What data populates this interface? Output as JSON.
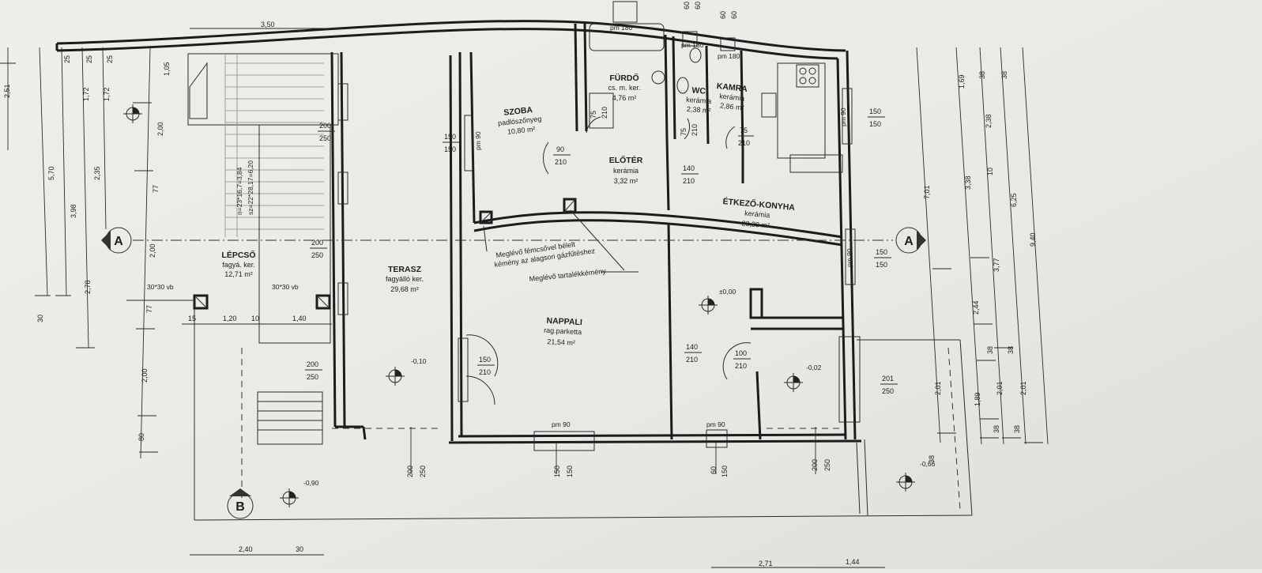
{
  "rooms": [
    {
      "key": "szoba",
      "name": "SZOBA",
      "material": "padlószőnyeg",
      "area": "10,80 m²"
    },
    {
      "key": "furdo",
      "name": "FÜRDŐ",
      "material": "cs. m. ker.",
      "area": "4,76 m²"
    },
    {
      "key": "wc",
      "name": "WC",
      "material": "kerámia",
      "area": "2,38 m²"
    },
    {
      "key": "kamra",
      "name": "KAMRA",
      "material": "kerámia",
      "area": "2,86 m²"
    },
    {
      "key": "eloter",
      "name": "ELŐTÉR",
      "material": "kerámia",
      "area": "3,32 m²"
    },
    {
      "key": "etkezo",
      "name": "ÉTKEZŐ-KONYHA",
      "material": "kerámia",
      "area": "28,29 m²"
    },
    {
      "key": "terasz",
      "name": "TERASZ",
      "material": "fagyálló ker.",
      "area": "29,68 m²"
    },
    {
      "key": "nappali",
      "name": "NAPPALI",
      "material": "rag.parketta",
      "area": "21,54 m²"
    },
    {
      "key": "lepcso",
      "name": "LÉPCSŐ",
      "material": "fagyá. ker.",
      "area": "12,71 m²"
    }
  ],
  "notes": {
    "chimney_1": "Meglévő fémcsővel bélelt",
    "chimney_2": "kémény az alagsori gázfűtéshez",
    "chimney_3": "Meglévő tartalékkémény",
    "stair_1": "n=23*16,7=3,84",
    "stair_2": "sz=22*28,17=6,20",
    "vb_left": "30*30 vb",
    "vb_right": "30*30 vb"
  },
  "levels": {
    "main": "±0,00",
    "terrace": "-0,10",
    "right": "-0,02",
    "bottom_left": "-0,90",
    "bottom_right": "-0,66"
  },
  "section_markers": {
    "a_left": "A",
    "a_right": "A",
    "b": "B"
  },
  "openings": [
    {
      "k": "w1",
      "top": "150",
      "bot": "150"
    },
    {
      "k": "w2",
      "top": "200",
      "bot": "250"
    },
    {
      "k": "w3",
      "top": "200",
      "bot": "250"
    },
    {
      "k": "w4",
      "top": "200",
      "bot": "250"
    },
    {
      "k": "d1",
      "top": "90",
      "bot": "210"
    },
    {
      "k": "d2",
      "top": "75",
      "bot": "210"
    },
    {
      "k": "d3",
      "top": "75",
      "bot": "210"
    },
    {
      "k": "d4",
      "top": "75",
      "bot": "210"
    },
    {
      "k": "d5",
      "top": "140",
      "bot": "210"
    },
    {
      "k": "d6",
      "top": "140",
      "bot": "210"
    },
    {
      "k": "d7",
      "top": "100",
      "bot": "210"
    },
    {
      "k": "d8",
      "top": "150",
      "bot": "210"
    },
    {
      "k": "w5",
      "top": "150",
      "bot": "150"
    },
    {
      "k": "w6",
      "top": "150",
      "bot": "150"
    },
    {
      "k": "w7",
      "top": "201",
      "bot": "250"
    },
    {
      "k": "pm1",
      "label": "pm 90"
    },
    {
      "k": "pm2",
      "label": "pm 90"
    },
    {
      "k": "pm3",
      "label": "pm 90"
    },
    {
      "k": "pm4",
      "label": "pm 90"
    },
    {
      "k": "pm5",
      "label": "pm 180"
    },
    {
      "k": "pm6",
      "label": "pm 180"
    },
    {
      "k": "pm7",
      "label": "pm 180"
    },
    {
      "k": "pm8",
      "label": "pm 90"
    },
    {
      "k": "b1",
      "a": "200",
      "b": "250"
    },
    {
      "k": "b2",
      "a": "150",
      "b": "150"
    },
    {
      "k": "b3",
      "a": "60",
      "b": "150"
    },
    {
      "k": "b4",
      "a": "200",
      "b": "250"
    }
  ],
  "dims_left": [
    "2,51",
    "5,70",
    "3,98",
    "2,78",
    "1,72",
    "1,72",
    "2,35",
    "25",
    "25",
    "25",
    "1,05",
    "2,00",
    "77",
    "2,00",
    "77",
    "2,00",
    "80",
    "30"
  ],
  "dims_right": [
    "7,01",
    "1,69",
    "3,38",
    "2,44",
    "2,01",
    "1,89",
    "38",
    "38",
    "38",
    "2,38",
    "10",
    "3,77",
    "38",
    "2,01",
    "38",
    "6,25",
    "9,40",
    "38",
    "2,01",
    "38"
  ],
  "dims_top": [
    "3,50",
    "60",
    "60",
    "60",
    "60"
  ],
  "dims_stair": [
    "15",
    "1,20",
    "10",
    "1,40"
  ],
  "dims_bottom": [
    "2,40",
    "30",
    "2,71",
    "1,44"
  ]
}
